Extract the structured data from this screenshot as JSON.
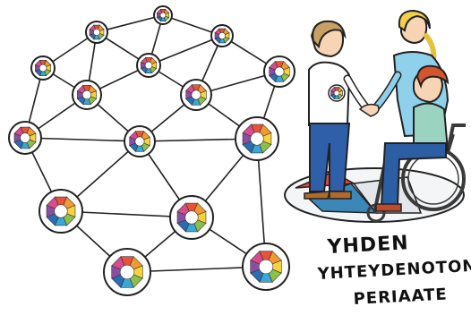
{
  "caption": {
    "line1": "YHDEN",
    "line2": "YHTEYDENOTON",
    "line3": "PERIAATE"
  },
  "node_colors": [
    "#e8533a",
    "#f29a2e",
    "#f7d23b",
    "#8cc04b",
    "#3aa7d8",
    "#2b6db3",
    "#8a4fa1",
    "#d84b8d"
  ],
  "people": {
    "woman_shirt": "#ffffff",
    "woman_pants": "#2f5fa8",
    "woman_hair": "#c8a064",
    "man_shirt": "#8fd0ea",
    "man_hair": "#f2d04a",
    "boy_shirt": "#9ad3c0",
    "boy_hair": "#d4552d",
    "boy_pants": "#2b5ea3",
    "wheelchair": "#3a3a3a",
    "floor_blue": "#3b87b8",
    "floor_red": "#e14b3a",
    "floor_gray": "#e3e6ea"
  },
  "icons": {
    "network": "network-graph",
    "people": "handshake-people"
  }
}
